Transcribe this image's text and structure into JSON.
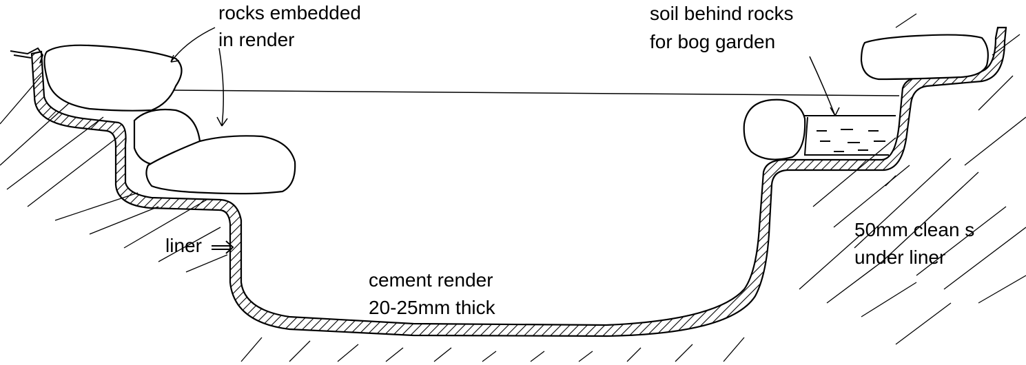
{
  "diagram": {
    "labels": {
      "rocks_line1": "rocks embedded",
      "rocks_line2": "in render",
      "soil_line1": "soil behind rocks",
      "soil_line2": "for bog garden",
      "liner": "liner",
      "sand_line1": "50mm clean s",
      "sand_line2": "under liner",
      "cement_line1": "cement render",
      "cement_line2": "20-25mm thick"
    },
    "colors": {
      "ink": "#000000",
      "paper": "#ffffff"
    }
  }
}
